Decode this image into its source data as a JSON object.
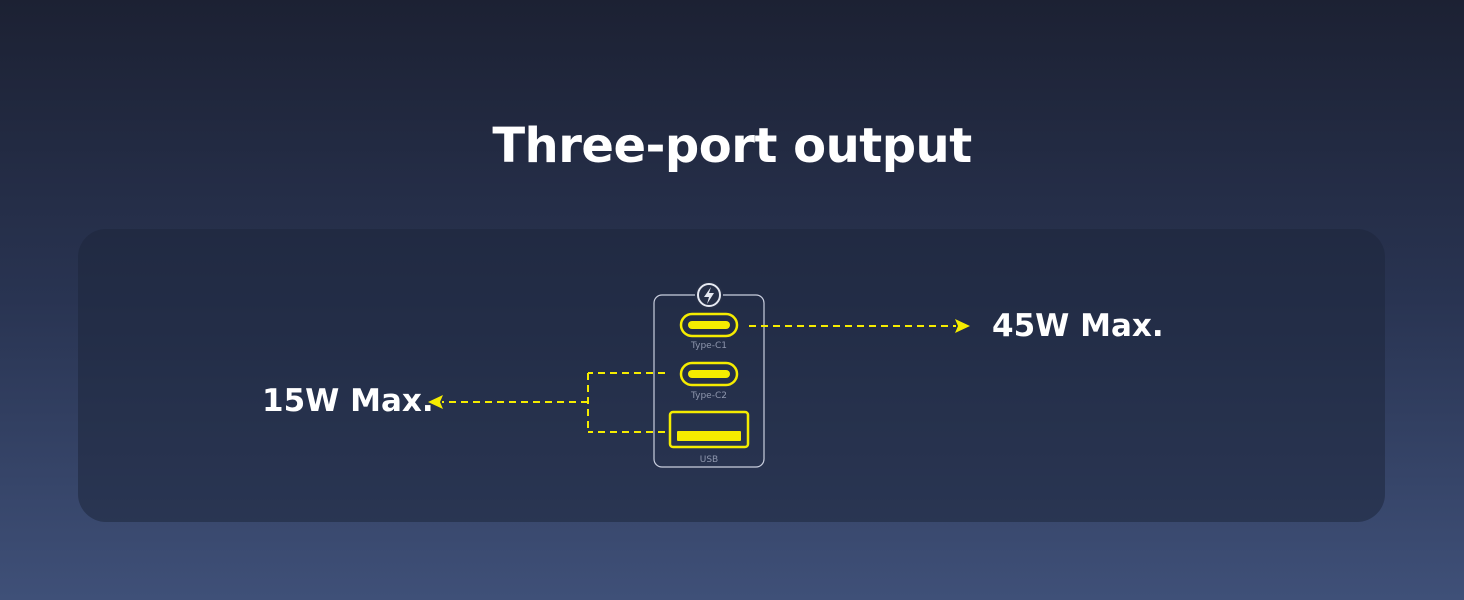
{
  "title": "Three-port output",
  "ports": [
    {
      "name": "Type-C1",
      "output": "45W Max."
    },
    {
      "name": "Type-C2",
      "output": "15W Max."
    },
    {
      "name": "USB",
      "output": "15W Max."
    }
  ],
  "outputs": {
    "high": "45W Max.",
    "shared": "15W Max."
  },
  "icons": {
    "charger_logo": "charging-badge-icon"
  },
  "colors": {
    "accent": "#f5ec00",
    "text": "#ffffff",
    "port_label": "#8e96ad",
    "outline": "#c9cede"
  }
}
